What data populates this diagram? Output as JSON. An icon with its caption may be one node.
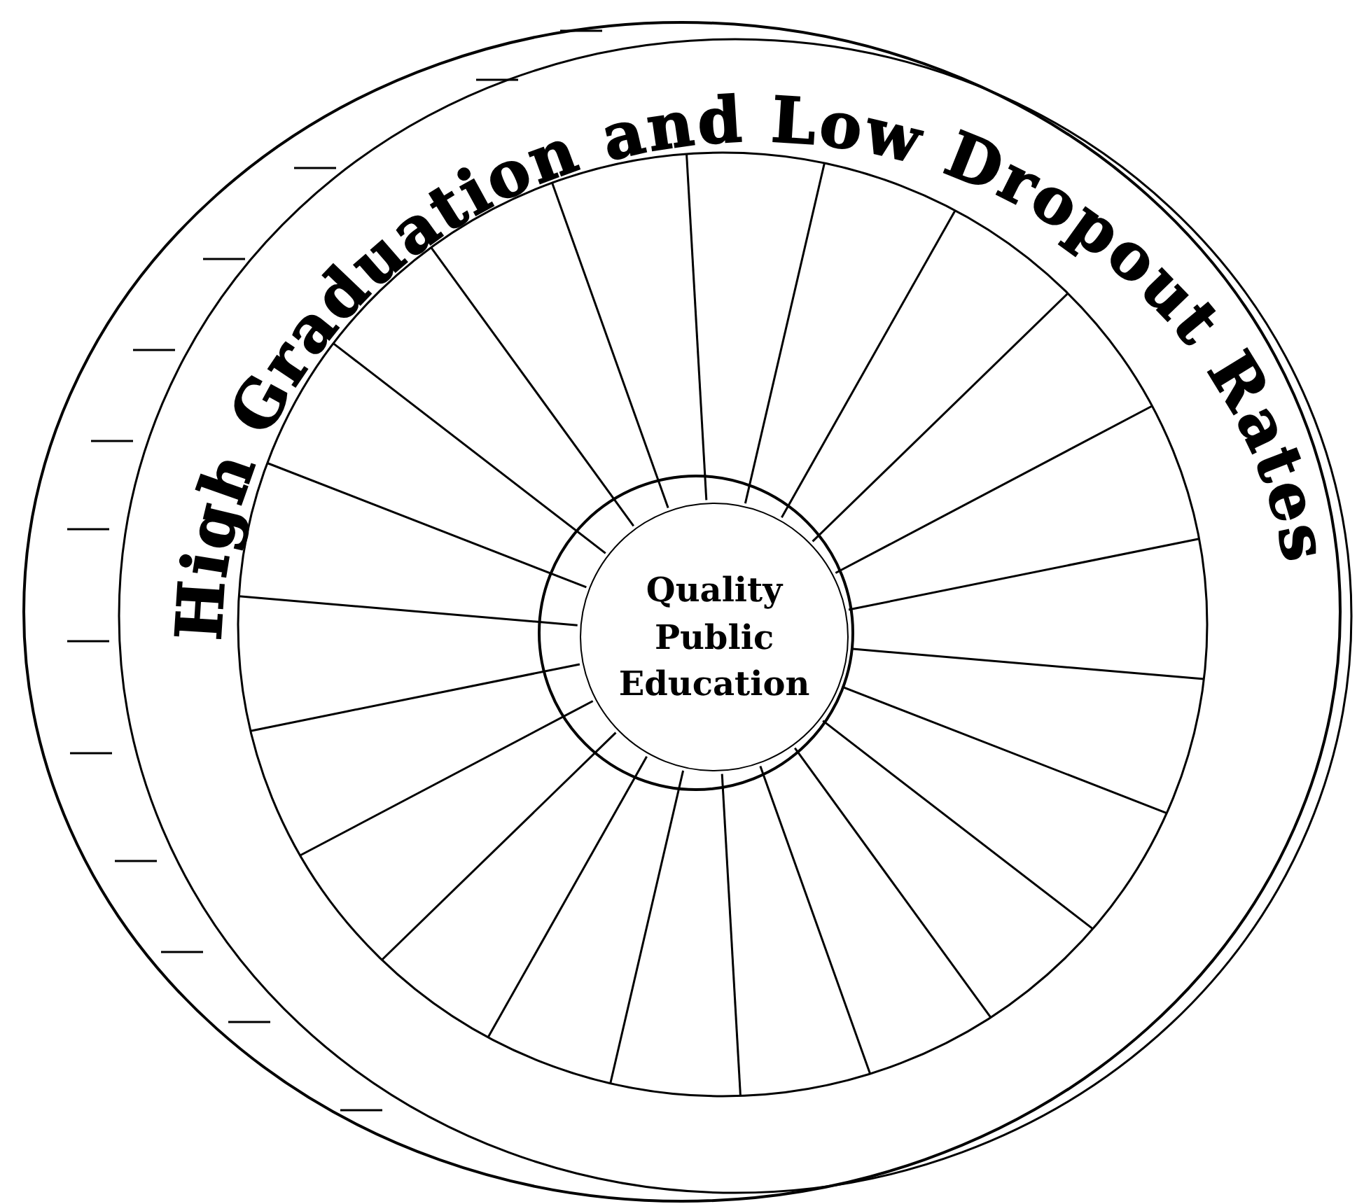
{
  "diagram": {
    "nodes": [
      {
        "text": [
          "High Graduation and Low Dropout Rates"
        ]
      },
      {
        "text": [
          "Quality Public Education"
        ],
        "in": 0
      }
    ]
  }
}
